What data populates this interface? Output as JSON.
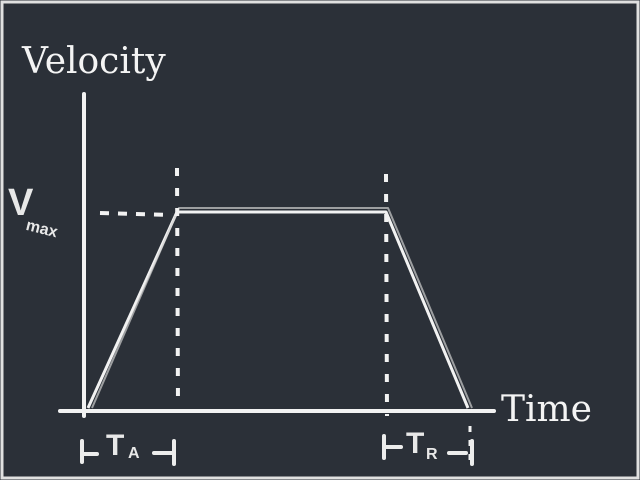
{
  "diagram": {
    "y_axis_label": "Velocity",
    "x_axis_label": "Time",
    "vmax_label": "V",
    "vmax_subscript": "max",
    "accel_time_label": "T",
    "accel_time_subscript": "A",
    "decel_time_label": "T",
    "decel_time_subscript": "R"
  },
  "colors": {
    "background": "#2b3038",
    "chalk": "#f2f2f2",
    "border": "#e0e0e0"
  }
}
